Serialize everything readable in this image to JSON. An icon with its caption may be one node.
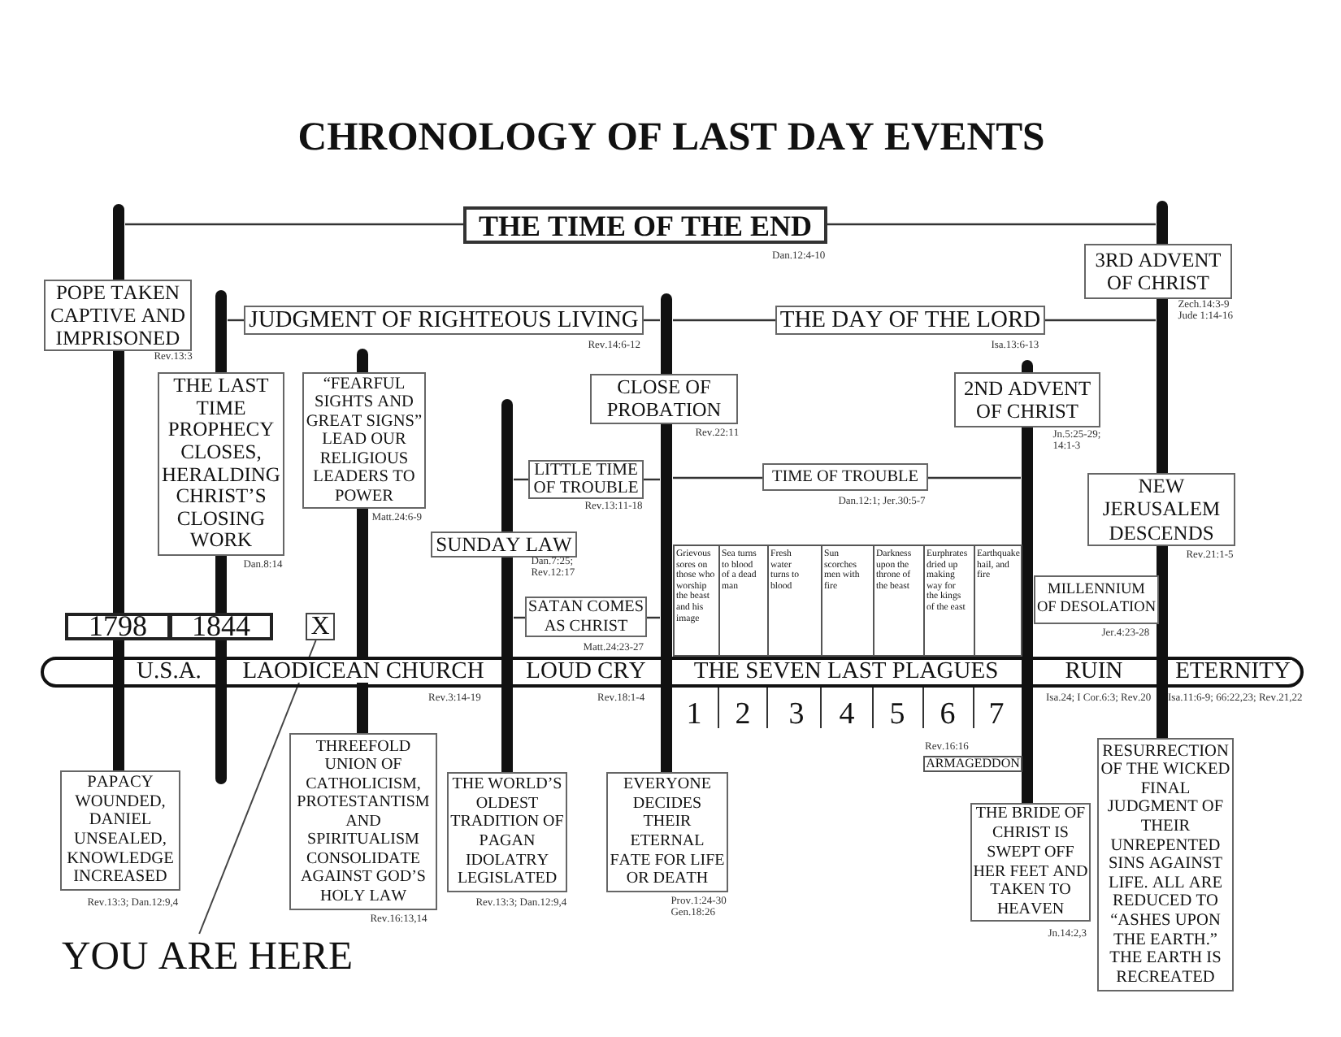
{
  "diagram": {
    "title": "CHRONOLOGY OF LAST DAY EVENTS",
    "nodes": [
      {
        "text": [
          "THE TIME OF THE END"
        ],
        "beside": [
          "Dan.12:4-10"
        ]
      },
      {
        "text": [
          "3RD ADVENT OF CHRIST"
        ],
        "beside": [
          "Zech.14:3-9 Jude 1:14-16"
        ]
      },
      {
        "text": [
          "POPE TAKEN CAPTIVE AND IMPRISONED"
        ],
        "beside": [
          "Rev.13:3"
        ]
      },
      {
        "text": [
          "JUDGMENT OF RIGHTEOUS LIVING"
        ],
        "beside": [
          "Rev.14:6-12"
        ]
      },
      {
        "text": [
          "THE DAY OF THE LORD"
        ],
        "beside": [
          "Isa.13:6-13"
        ]
      },
      {
        "text": [
          "THE LAST TIME PROPHECY CLOSES, HERALDING CHRIST’S CLOSING WORK"
        ],
        "beside": [
          "Dan.8:14"
        ]
      },
      {
        "text": [
          "“FEARFUL SIGHTS AND GREAT SIGNS” LEAD OUR RELIGIOUS LEADERS TO POWER"
        ],
        "beside": [
          "Matt.24:6-9"
        ]
      },
      {
        "text": [
          "CLOSE OF PROBATION"
        ],
        "beside": [
          "Rev.22:11"
        ]
      },
      {
        "text": [
          "2ND ADVENT OF CHRIST"
        ],
        "beside": [
          "Jn.5:25-29; 14:1-3"
        ]
      },
      {
        "text": [
          "LITTLE TIME OF TROUBLE"
        ],
        "beside": [
          "Rev.13:11-18"
        ]
      },
      {
        "text": [
          "TIME OF TROUBLE"
        ],
        "beside": [
          "Dan.12:1; Jer.30:5-7"
        ]
      },
      {
        "text": [
          "NEW JERUSALEM DESCENDS"
        ],
        "beside": [
          "Rev.21:1-5"
        ]
      },
      {
        "text": [
          "SUNDAY LAW"
        ],
        "beside": [
          "Dan.7:25; Rev.12:17"
        ]
      },
      {
        "text": [
          "Grievous sores on those who worship the beast and his image"
        ]
      },
      {
        "text": [
          "Sea turns to blood of a dead man"
        ]
      },
      {
        "text": [
          "Fresh water turns to blood"
        ]
      },
      {
        "text": [
          "Sun scorches men with fire"
        ]
      },
      {
        "text": [
          "Darkness upon the throne of the beast"
        ]
      },
      {
        "text": [
          "Eurphrates dried up making way for the kings of the east"
        ]
      },
      {
        "text": [
          "Earthquake hail, and fire"
        ]
      },
      {
        "text": [
          "MILLENNIUM OF DESOLATION"
        ],
        "beside": [
          "Jer.4:23-28"
        ]
      },
      {
        "text": [
          "SATAN COMES AS CHRIST"
        ],
        "beside": [
          "Matt.24:23-27"
        ]
      },
      {
        "text": [
          "1798"
        ]
      },
      {
        "text": [
          "1844"
        ]
      },
      {
        "text": [
          "X"
        ]
      },
      {
        "text": [],
        "shape": "band"
      },
      {
        "text": [
          "U.S.A."
        ],
        "in": 25
      },
      {
        "text": [
          "LAODICEAN CHURCH"
        ],
        "in": 25,
        "beside": [
          "Rev.3:14-19"
        ]
      },
      {
        "text": [
          "LOUD CRY"
        ],
        "in": 25,
        "beside": [
          "Rev.18:1-4"
        ]
      },
      {
        "text": [
          "THE SEVEN LAST PLAGUES"
        ],
        "in": 25
      },
      {
        "text": [
          "RUIN"
        ],
        "in": 25,
        "beside": [
          "Isa.24; I Cor.6:3; Rev.20"
        ]
      },
      {
        "text": [
          "ETERNITY"
        ],
        "in": 25,
        "beside": [
          "Isa.11:6-9; 66:22,23; Rev.21,22"
        ]
      },
      {
        "text": [
          "ARMAGEDDON"
        ],
        "beside": [
          "Rev.16:16"
        ]
      },
      {
        "text": [
          "PAPACY WOUNDED, DANIEL UNSEALED, KNOWLEDGE INCREASED"
        ],
        "beside": [
          "Rev.13:3; Dan.12:9,4"
        ]
      },
      {
        "text": [
          "THREEFOLD UNION OF CATHOLICISM, PROTESTANTISM AND SPIRITUALISM CONSOLIDATE AGAINST GOD’S HOLY LAW"
        ],
        "beside": [
          "Rev.16:13,14"
        ]
      },
      {
        "text": [
          "THE WORLD’S OLDEST TRADITION OF PAGAN IDOLATRY LEGISLATED"
        ],
        "beside": [
          "Rev.13:3; Dan.12:9,4"
        ]
      },
      {
        "text": [
          "EVERYONE DECIDES THEIR ETERNAL FATE FOR LIFE OR DEATH"
        ],
        "beside": [
          "Prov.1:24-30 Gen.18:26"
        ]
      },
      {
        "text": [
          "THE BRIDE OF CHRIST IS SWEPT OFF HER FEET AND TAKEN TO HEAVEN"
        ],
        "beside": [
          "Jn.14:2,3"
        ]
      },
      {
        "text": [
          "RESURRECTION OF THE WICKED FINAL JUDGMENT OF THEIR UNREPENTED SINS AGAINST LIFE. ALL ARE REDUCED TO “ASHES UPON THE EARTH.” THE EARTH IS RECREATED"
        ]
      },
      {
        "text": [
          "YOU ARE HERE"
        ]
      }
    ],
    "edges": [
      {
        "from": 39,
        "to": 24,
        "arrow": "none"
      }
    ],
    "labels": [
      "1",
      "2",
      "3",
      "4",
      "5",
      "6",
      "7"
    ]
  }
}
